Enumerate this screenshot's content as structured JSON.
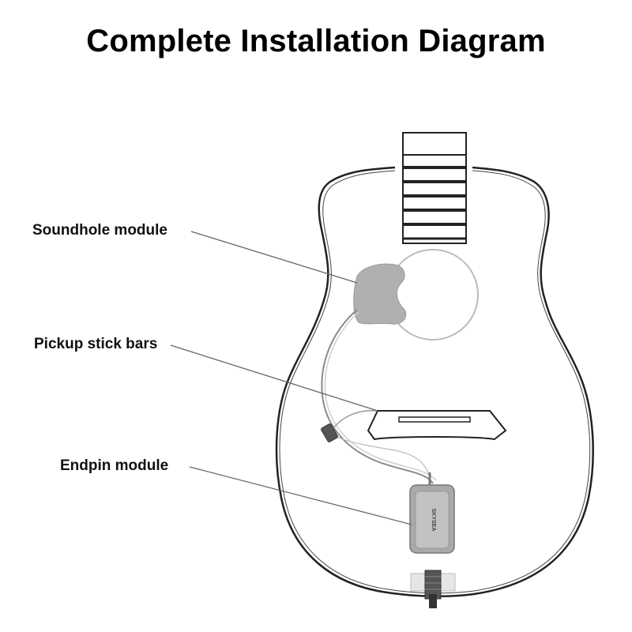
{
  "title": "Complete Installation Diagram",
  "labels": {
    "soundhole_module": "Soundhole module",
    "pickup_stick_bars": "Pickup stick bars",
    "endpin_module": "Endpin module"
  },
  "endpin_module": {
    "brand_text": "SKYSEA"
  },
  "colors": {
    "outline": "#222222",
    "module_fill": "#b0b0b0",
    "leader_line": "#666666",
    "soundhole_outline": "#bbbbbb"
  }
}
